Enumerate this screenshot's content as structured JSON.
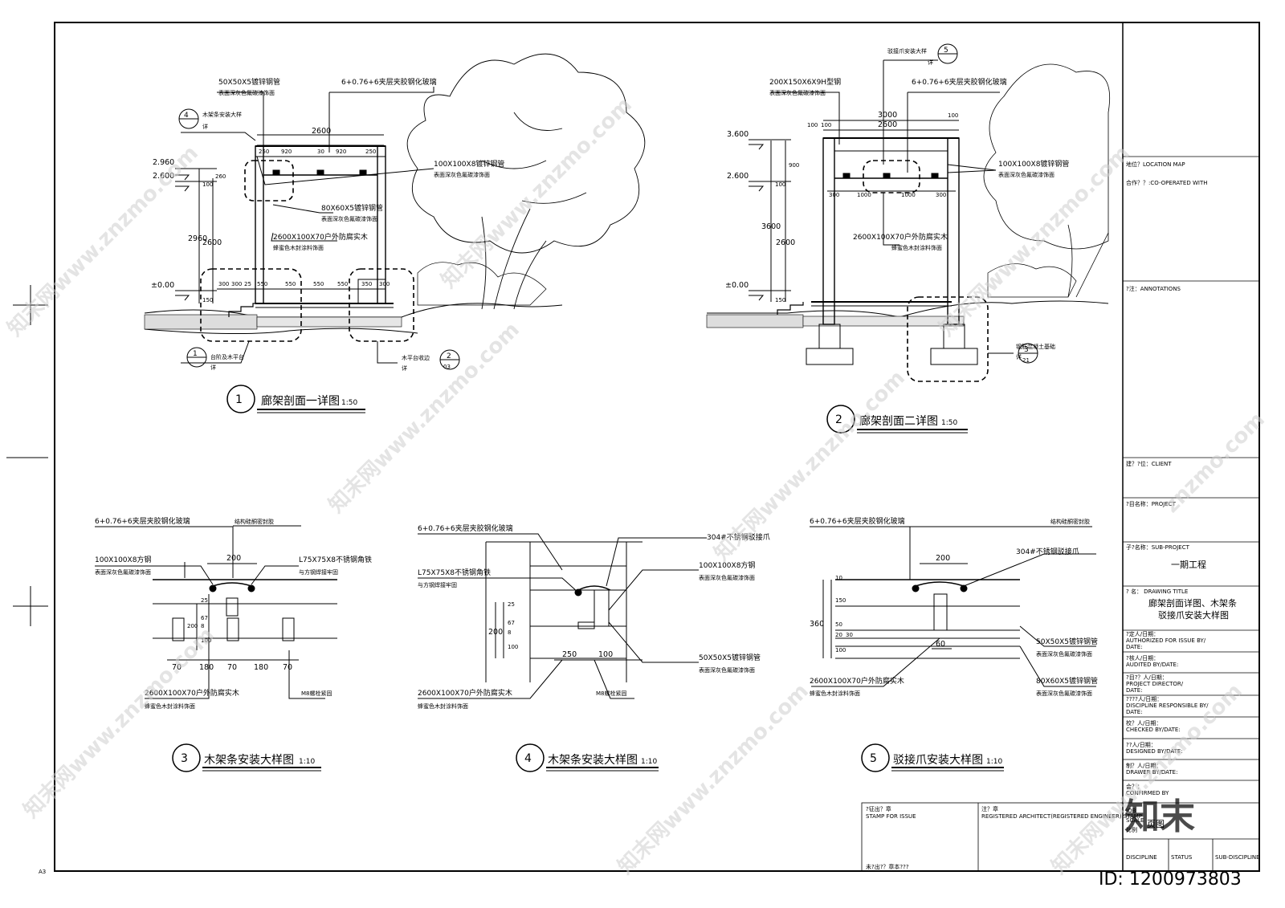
{
  "drawings": {
    "d1": {
      "no": "1",
      "title": "廊架剖面一详图",
      "scale": "1:50",
      "labels": {
        "steel_50x50": "50X50X5镀锌钢管",
        "coat": "表面深灰色氟碳漆饰面",
        "glass": "6+0.76+6夹层夹胶钢化玻璃",
        "wood_bar": "木架条安装大样",
        "xiang": "详",
        "sq100": "100X100X8镀锌钢管",
        "steel_80": "80X60X5镀锌钢管",
        "wood_2600": "2600X100X70户外防腐实木",
        "wood_coat": "蜂蜜色木封涂料饰面",
        "step": "台阶及木平台",
        "platform": "木平台收边",
        "ref_left_no": "1",
        "ref_right_no": "2",
        "ref_right_sheet": "03",
        "ref_top_no": "4"
      },
      "dims": {
        "l2600": "2600",
        "e250a": "250",
        "e920a": "920",
        "e30": "30",
        "e920b": "920",
        "e250b": "250",
        "el2960": "2.960",
        "el2600": "2.600",
        "el000": "±0.00",
        "v100": "100",
        "v260": "260",
        "v2960": "2960",
        "v2600": "2600",
        "v150": "150",
        "s300a": "300",
        "s300b": "300",
        "s25": "25",
        "s550a": "550",
        "s550b": "550",
        "s550c": "550",
        "s550d": "550",
        "s350": "350",
        "s300c": "300"
      }
    },
    "d2": {
      "no": "2",
      "title": "廊架剖面二详图",
      "scale": "1:50",
      "labels": {
        "claw_ref": "驳接爪安装大样",
        "xiang": "详",
        "hbeam": "200X150X6X9H型钢",
        "coat": "表面深灰色氟碳漆饰面",
        "glass": "6+0.76+6夹层夹胶钢化玻璃",
        "sq100": "100X100X8镀锌钢管",
        "wood_2600": "2600X100X70户外防腐实木",
        "wood_coat": "蜂蜜色木封涂料饰面",
        "footing": "钢筋混凝土基础",
        "ref_top_no": "5",
        "ref_foot_no": "3",
        "ref_foot_sheet": "21"
      },
      "dims": {
        "h3000": "3000",
        "h100a": "100",
        "h100b": "100",
        "h2600": "2600",
        "h100c": "100",
        "s300a": "300",
        "s1000a": "1000",
        "s1000b": "1000",
        "s300b": "300",
        "el3600": "3.600",
        "el2600": "2.600",
        "el000": "±0.00",
        "v100": "100",
        "v900": "900",
        "v3600": "3600",
        "v2600": "2600",
        "v150": "150"
      }
    },
    "d3": {
      "no": "3",
      "title": "木架条安装大样图",
      "scale": "1:10",
      "labels": {
        "glass": "6+0.76+6夹层夹胶钢化玻璃",
        "sealant": "结构硅酮密封胶",
        "sq100": "100X100X8方钢",
        "coat": "表面深灰色氟碳漆饰面",
        "angle": "L75X75X8不锈钢角铁",
        "weld": "与方钢焊接牢固",
        "wood": "2600X100X70户外防腐实木",
        "wood_coat": "蜂蜜色木封涂料饰面",
        "bolt": "M8螺栓紧固"
      },
      "dims": {
        "w200": "200",
        "v25": "25",
        "v67": "67",
        "v8": "8",
        "v200": "200",
        "v100": "100",
        "b70a": "70",
        "b180a": "180",
        "b70b": "70",
        "b180b": "180",
        "b70c": "70"
      }
    },
    "d4": {
      "no": "4",
      "title": "木架条安装大样图",
      "scale": "1:10",
      "labels": {
        "glass": "6+0.76+6夹层夹胶钢化玻璃",
        "claw": "304#不锈钢驳接爪",
        "angle": "L75X75X8不锈钢角铁",
        "weld": "与方钢焊接牢固",
        "sq100": "100X100X8方钢",
        "coat": "表面深灰色氟碳漆饰面",
        "pipe50": "50X50X5镀锌钢管",
        "coat2": "表面深灰色氟碳漆饰面",
        "wood": "2600X100X70户外防腐实木",
        "wood_coat": "蜂蜜色木封涂料饰面",
        "bolt": "M8螺栓紧固"
      },
      "dims": {
        "v25": "25",
        "v67": "67",
        "v8": "8",
        "v200": "200",
        "v100": "100",
        "h250": "250",
        "h100": "100"
      }
    },
    "d5": {
      "no": "5",
      "title": "驳接爪安装大样图",
      "scale": "1:10",
      "labels": {
        "glass": "6+0.76+6夹层夹胶钢化玻璃",
        "sealant": "结构硅酮密封胶",
        "claw": "304#不锈钢驳接爪",
        "wood": "2600X100X70户外防腐实木",
        "wood_coat": "蜂蜜色木封涂料饰面",
        "pipe50": "50X50X5镀锌钢管",
        "coat": "表面深灰色氟碳漆饰面",
        "pipe80": "80X60X5镀锌钢管",
        "coat2": "表面深灰色氟碳漆饰面"
      },
      "dims": {
        "w200": "200",
        "v10": "10",
        "v150": "150",
        "v360": "360",
        "v50": "50",
        "v20": "20",
        "v30": "30",
        "v100": "100",
        "v60": "60"
      }
    }
  },
  "title_block": {
    "location": "地位？LOCATION MAP",
    "cooperated": "合作？？:CO-OPERATED WITH",
    "annotations": "?注：ANNOTATIONS",
    "client": "建？?位：CLIENT",
    "project": "?目名称：PROJECT",
    "sub_project": "子?名称：SUB-PROJECT",
    "sub_project_value": "一期工程",
    "drawing_title_label": "? 名： DRAWING TITLE",
    "drawing_title_1": "廊架剖面详图、木架条",
    "drawing_title_2": "驳接爪安装大样图",
    "auth_1": "?定人/日期：",
    "auth_2": "AUTHORIZED FOR ISSUE BY/",
    "auth_3": "DATE:",
    "audit_1": "?核人/日期：",
    "audit_2": "AUDITED BY/DATE:",
    "director_1": "?目?？人/日期：",
    "director_2": "PROJECT DIRECTOR/",
    "director_3": "DATE:",
    "discipline_1": "????人/日期：",
    "discipline_2": "DISCIPLINE RESPONSIBLE BY/",
    "discipline_3": "DATE:",
    "checked_1": "校？人/日期：",
    "checked_2": "CHECKED BY/DATE:",
    "designed_1": "??人/日期：",
    "designed_2": "DESIGNED BY/DATE:",
    "drawer_1": "制？人/日期：",
    "drawer_2": "DRAWER BY/DATE:",
    "confirmed_1": "会？：",
    "confirmed_2": "CONFIRMED BY",
    "job": "JOB",
    "scale": "SCALE",
    "bili": "比例",
    "page": "页图",
    "discipline": "DISCIPLINE",
    "status": "STATUS",
    "sub_discipline": "SUB-DISCIPLINE",
    "stamp_issue_1": "?征出？章",
    "stamp_issue_2": "STAMP FOR ISSUE",
    "stamp_arch_1": "注？章",
    "stamp_arch_2": "REGISTERED ARCHITECT(REGISTERED ENGINEER) STAMP",
    "stamp_foot": "未?出?？章本???",
    "sheet_code": "A3"
  },
  "watermark": {
    "site": "知末网www.znzmo.com",
    "site2": "znzmo.com",
    "brand": "知末",
    "id": "ID: 1200973803"
  }
}
